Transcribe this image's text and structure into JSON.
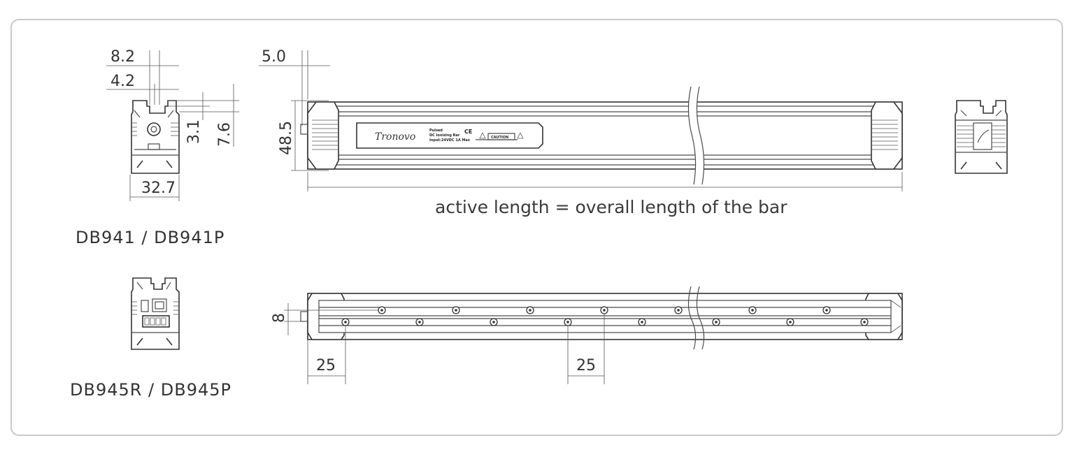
{
  "dimensions": {
    "d1": "8.2",
    "d2": "4.2",
    "d3": "3.1",
    "d4": "7.6",
    "d5": "32.7",
    "d6": "5.0",
    "d7": "48.5",
    "d8": "8",
    "d9": "25",
    "d10": "25"
  },
  "captions": {
    "model_top": "DB941 / DB941P",
    "model_bottom": "DB945R / DB945P",
    "length_note": "active length = overall length of the bar"
  },
  "label": {
    "brand": "Tronovo",
    "line1": "Pulsed",
    "line2": "DC Ionizing Bar",
    "line3": "Input:24VDC  1A Max",
    "ce": "CE",
    "caution": "CAUTION"
  }
}
